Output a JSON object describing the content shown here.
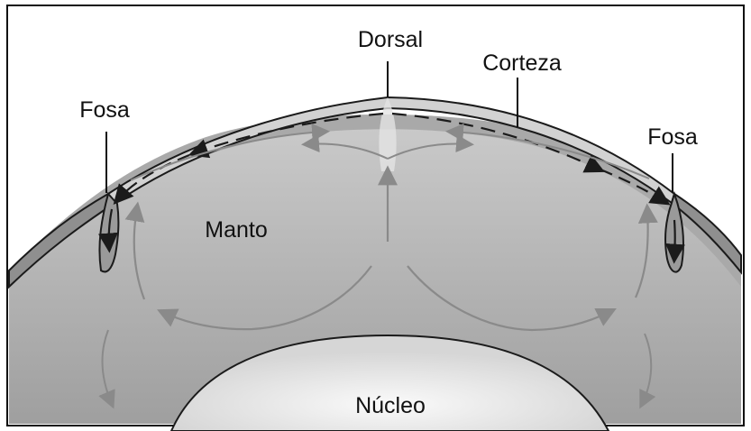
{
  "labels": {
    "dorsal": "Dorsal",
    "corteza": "Corteza",
    "fosa_left": "Fosa",
    "fosa_right": "Fosa",
    "manto": "Manto",
    "nucleo": "Núcleo"
  },
  "colors": {
    "background": "#ffffff",
    "frame": "#111111",
    "outer_gray": "#9a9a9a",
    "mantle_gray": "#b8b8b8",
    "core_light": "#efefef",
    "arrow_dark": "#1b1b1b",
    "arrow_gray": "#8a8a8a"
  }
}
